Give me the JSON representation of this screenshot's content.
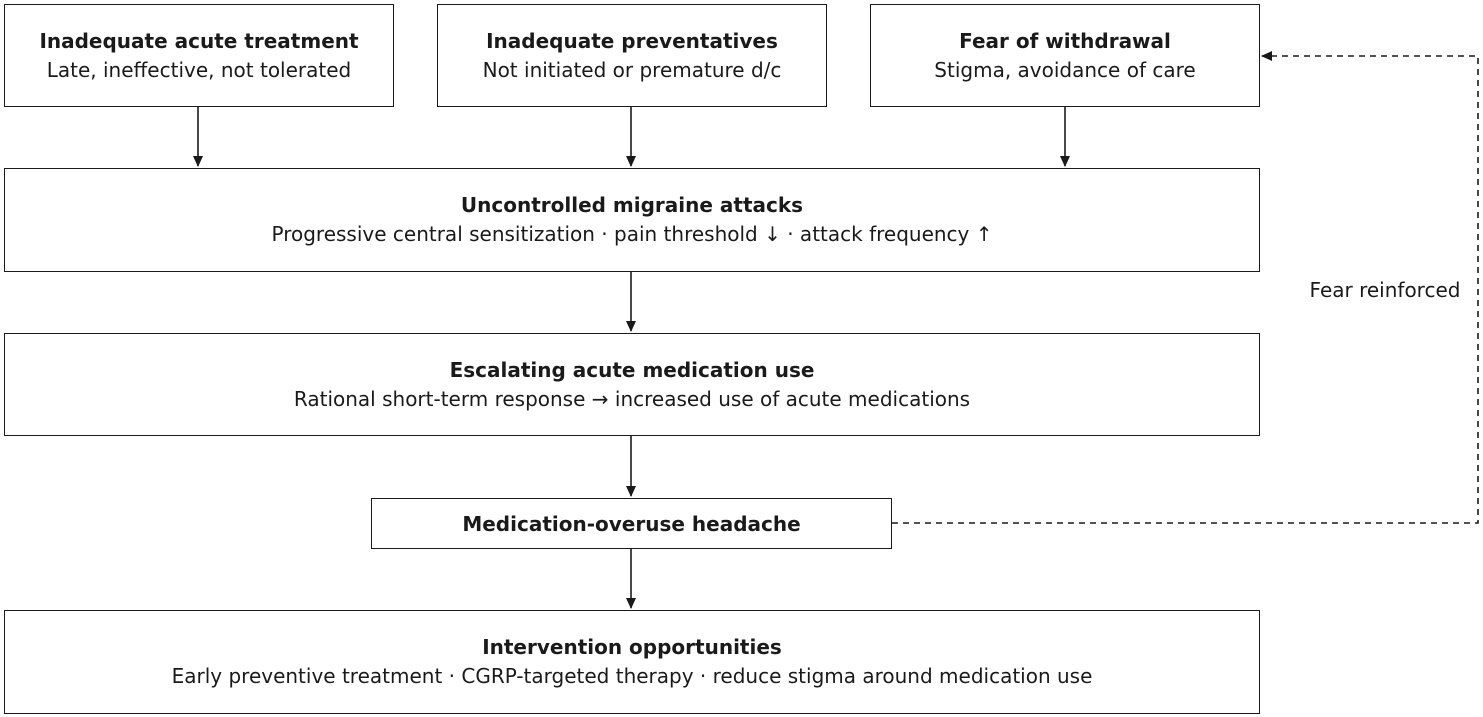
{
  "boxes": {
    "acute": {
      "title": "Inadequate acute treatment",
      "sub": "Late, ineffective, not tolerated"
    },
    "preventatives": {
      "title": "Inadequate preventatives",
      "sub": "Not initiated or premature d/c"
    },
    "fear": {
      "title": "Fear of withdrawal",
      "sub": "Stigma, avoidance of care"
    },
    "uncontrolled": {
      "title": "Uncontrolled migraine attacks",
      "sub": "Progressive central sensitization · pain threshold ↓ · attack frequency ↑"
    },
    "escalating": {
      "title": "Escalating acute medication use",
      "sub": "Rational short-term response → increased use of acute medications"
    },
    "moh": {
      "title": "Medication-overuse headache"
    },
    "intervention": {
      "title": "Intervention opportunities",
      "sub": "Early preventive treatment · CGRP-targeted therapy · reduce stigma around medication use"
    }
  },
  "feedback_label": "Fear reinforced"
}
